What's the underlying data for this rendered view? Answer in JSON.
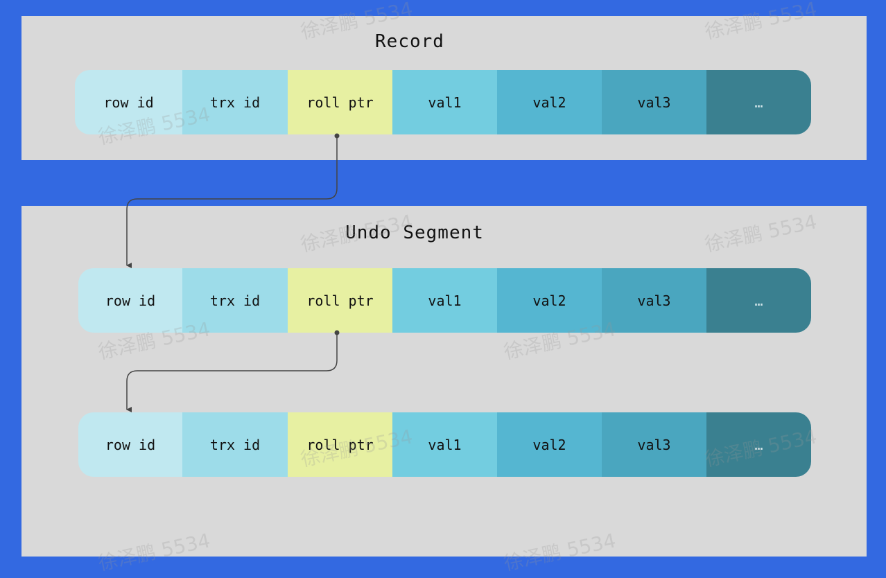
{
  "panels": {
    "record": {
      "title": "Record"
    },
    "undo": {
      "title": "Undo Segment"
    }
  },
  "fields": [
    "row id",
    "trx id",
    "roll ptr",
    "val1",
    "val2",
    "val3",
    "…"
  ],
  "watermark": "徐泽鹏 5534",
  "colors": {
    "background": "#3369e1",
    "panel": "#d9d9d9",
    "row_id": "#c0e8f0",
    "trx_id": "#9ddce9",
    "roll_ptr": "#e7f0a2",
    "val1": "#73cde0",
    "val2": "#55b6d1",
    "val3": "#4aa6bf",
    "more": "#3a8090",
    "arrow": "#444444"
  }
}
